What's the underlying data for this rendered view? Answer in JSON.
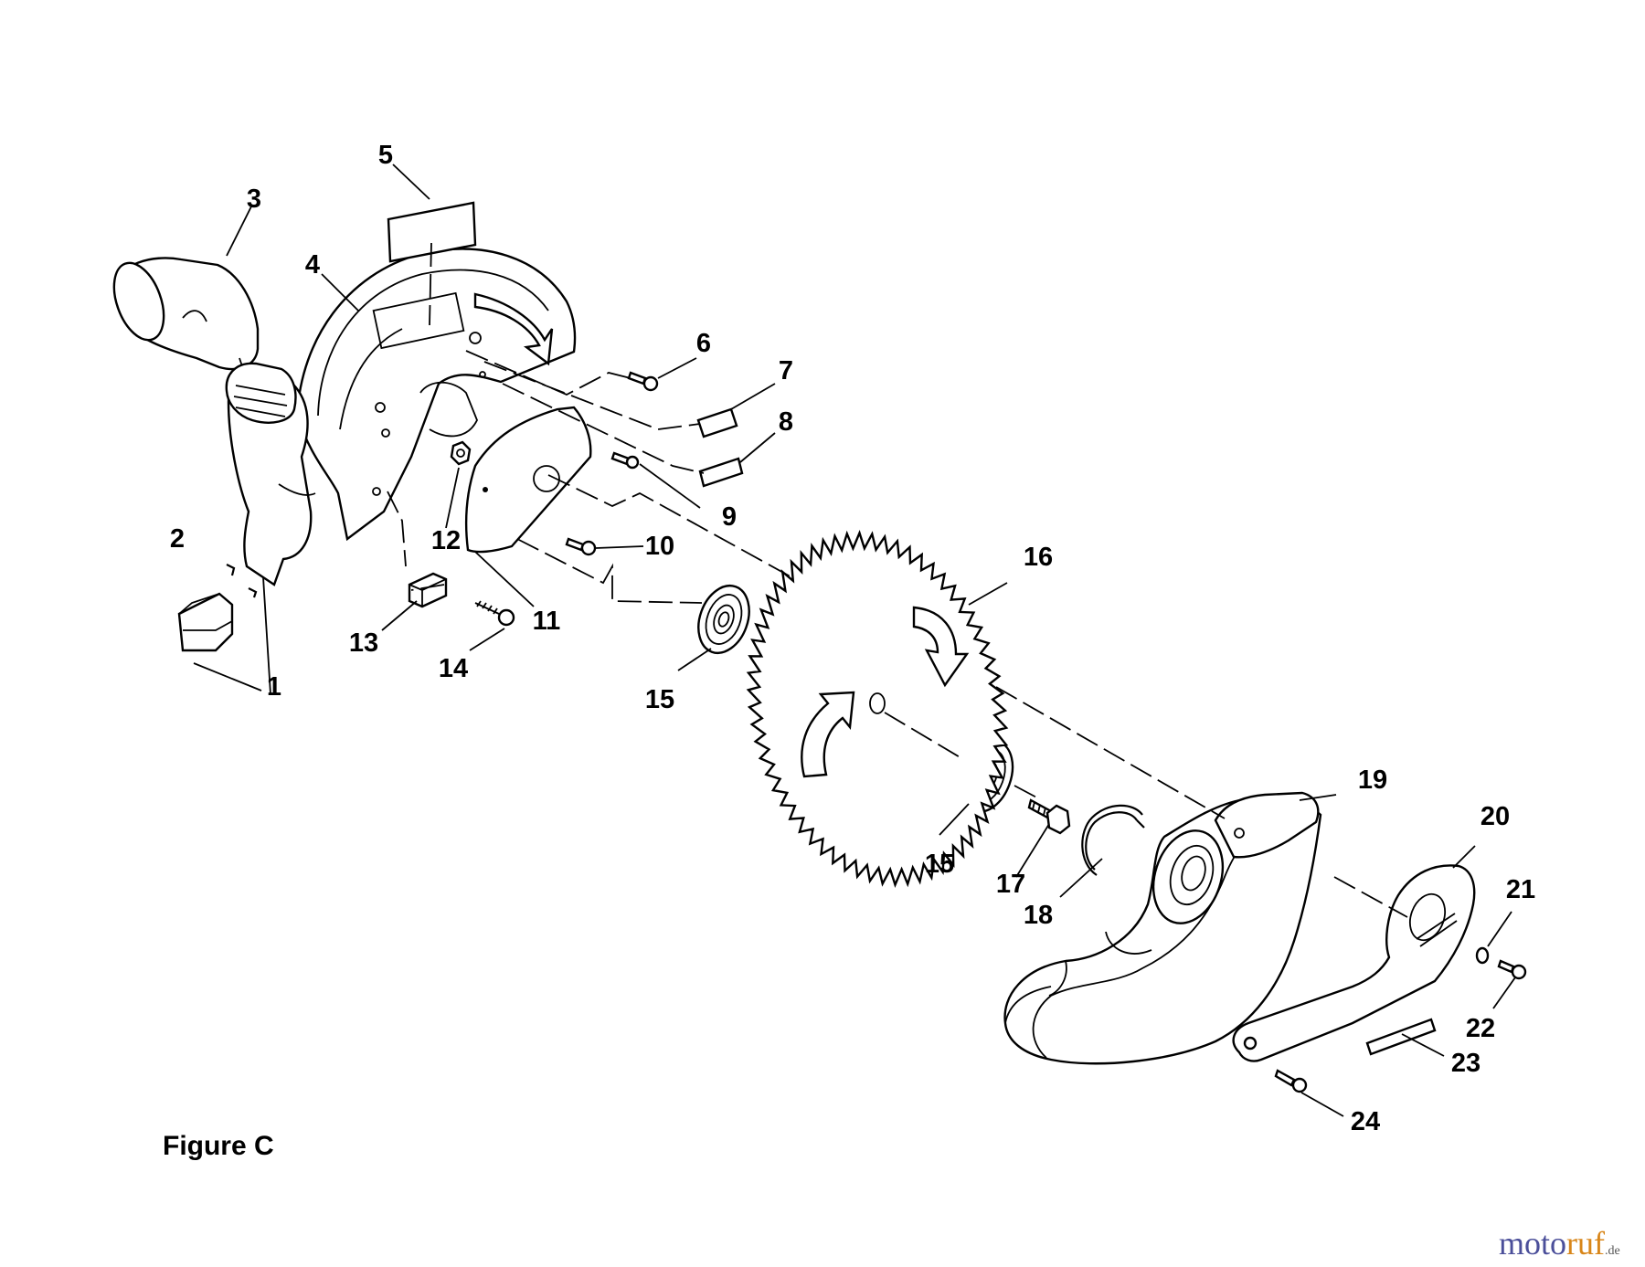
{
  "figure": {
    "caption": "Figure C"
  },
  "callouts": [
    {
      "id": "c1",
      "label": "1"
    },
    {
      "id": "c2",
      "label": "2"
    },
    {
      "id": "c3",
      "label": "3"
    },
    {
      "id": "c4",
      "label": "4"
    },
    {
      "id": "c5",
      "label": "5"
    },
    {
      "id": "c6",
      "label": "6"
    },
    {
      "id": "c7",
      "label": "7"
    },
    {
      "id": "c8",
      "label": "8"
    },
    {
      "id": "c9",
      "label": "9"
    },
    {
      "id": "c10",
      "label": "10"
    },
    {
      "id": "c11",
      "label": "11"
    },
    {
      "id": "c12",
      "label": "12"
    },
    {
      "id": "c13",
      "label": "13"
    },
    {
      "id": "c14",
      "label": "14"
    },
    {
      "id": "c15a",
      "label": "15"
    },
    {
      "id": "c15b",
      "label": "15"
    },
    {
      "id": "c16",
      "label": "16"
    },
    {
      "id": "c17",
      "label": "17"
    },
    {
      "id": "c18",
      "label": "18"
    },
    {
      "id": "c19",
      "label": "19"
    },
    {
      "id": "c20",
      "label": "20"
    },
    {
      "id": "c21",
      "label": "21"
    },
    {
      "id": "c22",
      "label": "22"
    },
    {
      "id": "c23",
      "label": "23"
    },
    {
      "id": "c24",
      "label": "24"
    }
  ],
  "watermark": {
    "part1": "moto",
    "part2": "ruf",
    "suffix": ".de"
  }
}
